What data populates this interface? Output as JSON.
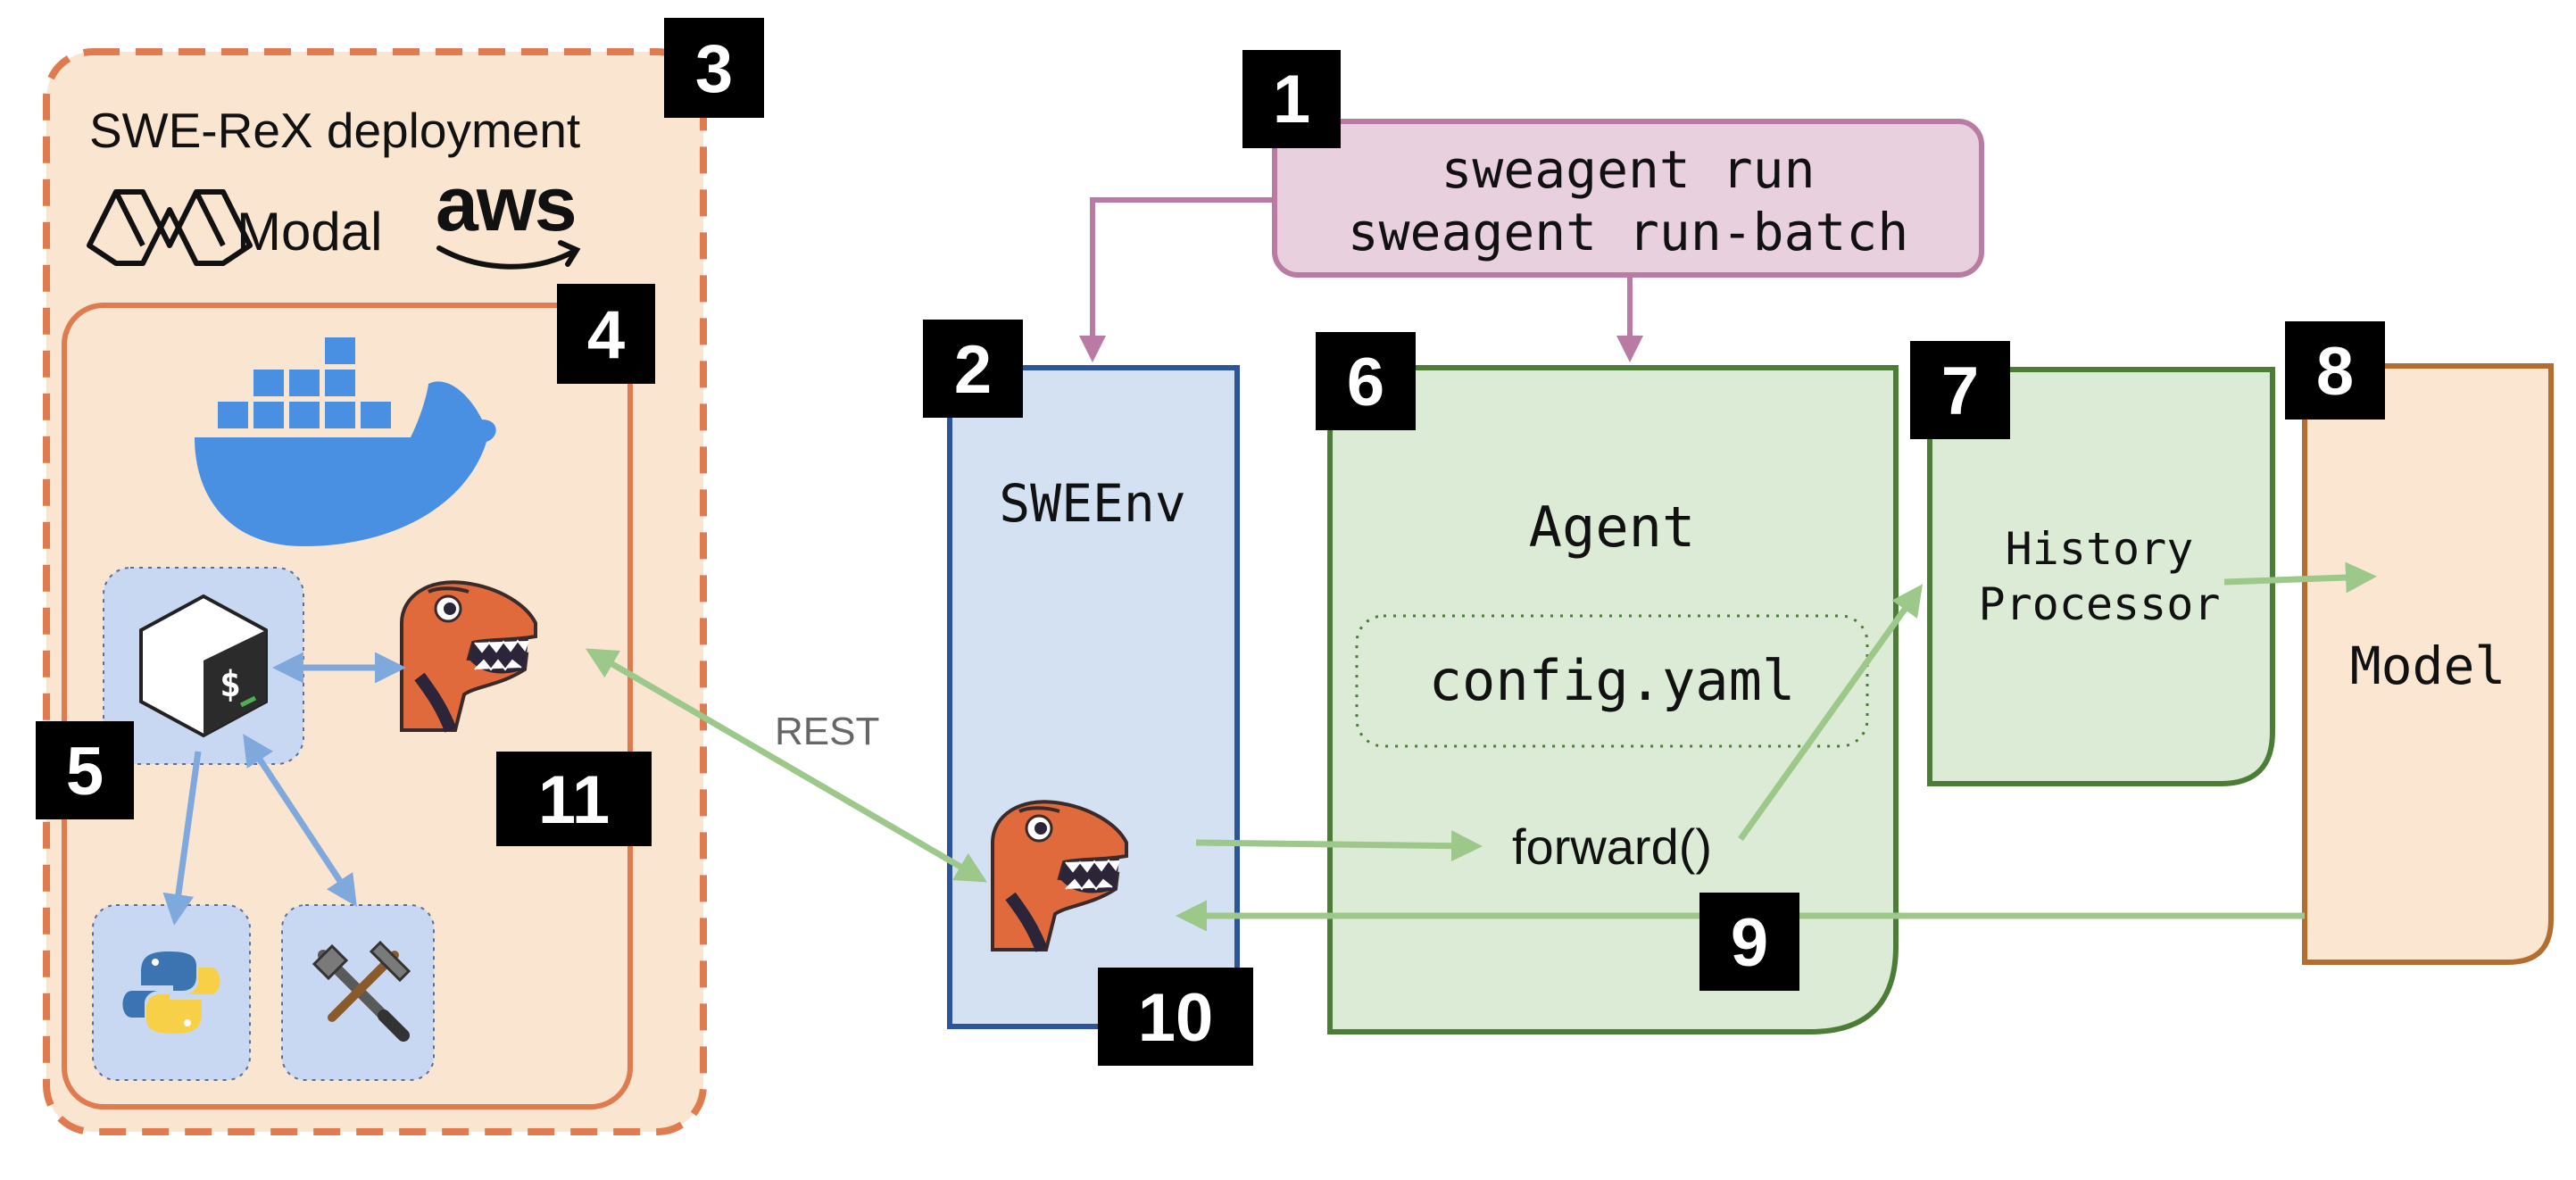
{
  "deployment": {
    "title": "SWE-ReX deployment",
    "providers": [
      "Modal",
      "aws"
    ]
  },
  "command": {
    "lines": [
      "sweagent run",
      "sweagent run-batch"
    ]
  },
  "sweenv": {
    "label": "SWEEnv"
  },
  "agent": {
    "label": "Agent",
    "config": "config.yaml",
    "forward": "forward()"
  },
  "history_processor": {
    "lines": [
      "History",
      "Processor"
    ]
  },
  "model": {
    "label": "Model"
  },
  "connection": {
    "label": "REST"
  },
  "badges": [
    "1",
    "2",
    "3",
    "4",
    "5",
    "6",
    "7",
    "8",
    "9",
    "10",
    "11"
  ],
  "colors": {
    "deployment_fill": "#f9e5d0",
    "deployment_stroke": "#e07a4f",
    "command_fill": "#e8d0df",
    "command_stroke": "#b97aa3",
    "sweenv_fill": "#d3e1f3",
    "sweenv_stroke": "#2c5498",
    "agent_fill": "#dcebd6",
    "agent_stroke": "#4c7d36",
    "model_fill": "#fbe6d1",
    "model_stroke": "#b36d2e",
    "arrow_green": "#9cc88a",
    "arrow_blue": "#7fa8dc",
    "docker_blue": "#4a90e2"
  },
  "icons": [
    "modal-logo-icon",
    "docker-whale-icon",
    "bash-terminal-icon",
    "trex-mascot-icon",
    "python-logo-icon",
    "tools-icon"
  ]
}
